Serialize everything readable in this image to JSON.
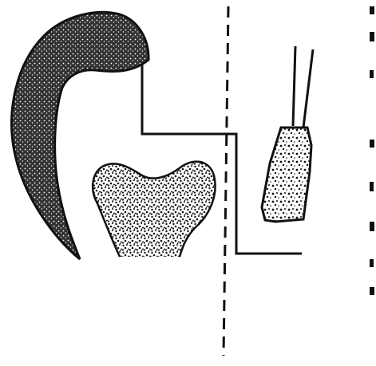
{
  "figure": {
    "background": "#ffffff",
    "ink": "#111111",
    "components": [
      {
        "id": "curved-bone",
        "name": "curved-bone-shape",
        "fill": "stippled"
      },
      {
        "id": "joint-bone",
        "name": "joint-bone-shape",
        "fill": "stippled"
      },
      {
        "id": "dashed-axis",
        "name": "dashed-vertical-line",
        "style": "dashed"
      },
      {
        "id": "stepped-line",
        "name": "stepped-outline-line",
        "style": "solid"
      },
      {
        "id": "probe",
        "name": "probe-instrument",
        "fill": "stippled"
      }
    ]
  }
}
